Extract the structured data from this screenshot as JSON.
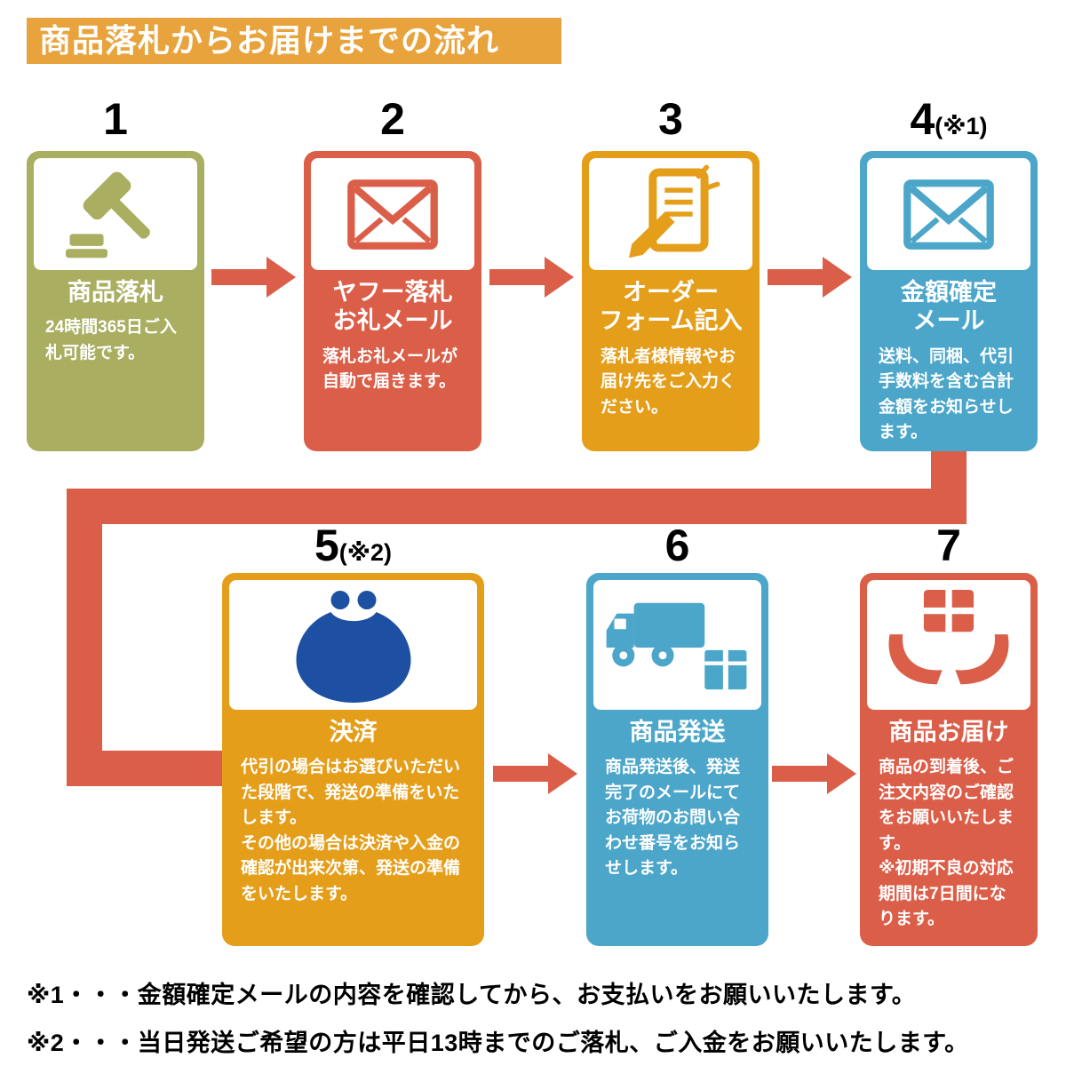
{
  "header": {
    "title": "商品落札からお届けまでの流れ"
  },
  "colors": {
    "banner_bg": "#E8A33C",
    "step1": "#A9AE60",
    "step2": "#DB5E49",
    "step3": "#E49E1A",
    "step4": "#4BA6CA",
    "step5": "#E49E1A",
    "step6": "#4BA6CA",
    "step7": "#DB5E49",
    "arrow": "#DB5E49",
    "purse_icon": "#1D50A2",
    "title_text": "#FFFFFF"
  },
  "steps": [
    {
      "number": "1",
      "suffix": "",
      "icon": "gavel-icon",
      "title": "商品落札",
      "description": "24時間365日ご入札可能です。"
    },
    {
      "number": "2",
      "suffix": "",
      "icon": "mail-icon",
      "title": "ヤフー落札\nお礼メール",
      "description": "落札お礼メールが自動で届きます。"
    },
    {
      "number": "3",
      "suffix": "",
      "icon": "order-form-icon",
      "title": "オーダー\nフォーム記入",
      "description": "落札者様情報やお届け先をご入力ください。"
    },
    {
      "number": "4",
      "suffix": "(※1)",
      "icon": "mail-icon",
      "title": "金額確定\nメール",
      "description": "送料、同梱、代引手数料を含む合計金額をお知らせします。"
    },
    {
      "number": "5",
      "suffix": "(※2)",
      "icon": "purse-icon",
      "title": "決済",
      "description": "代引の場合はお選びいただいた段階で、発送の準備をいたします。\nその他の場合は決済や入金の確認が出来次第、発送の準備をいたします。"
    },
    {
      "number": "6",
      "suffix": "",
      "icon": "truck-icon",
      "title": "商品発送",
      "description": "商品発送後、発送完了のメールにてお荷物のお問い合わせ番号をお知らせします。"
    },
    {
      "number": "7",
      "suffix": "",
      "icon": "delivery-icon",
      "title": "商品お届け",
      "description": "商品の到着後、ご注文内容のご確認をお願いいたします。\n※初期不良の対応期間は7日間になります。"
    }
  ],
  "footnotes": [
    "※1・・・金額確定メールの内容を確認してから、お支払いをお願いいたします。",
    "※2・・・当日発送ご希望の方は平日13時までのご落札、ご入金をお願いいたします。"
  ]
}
